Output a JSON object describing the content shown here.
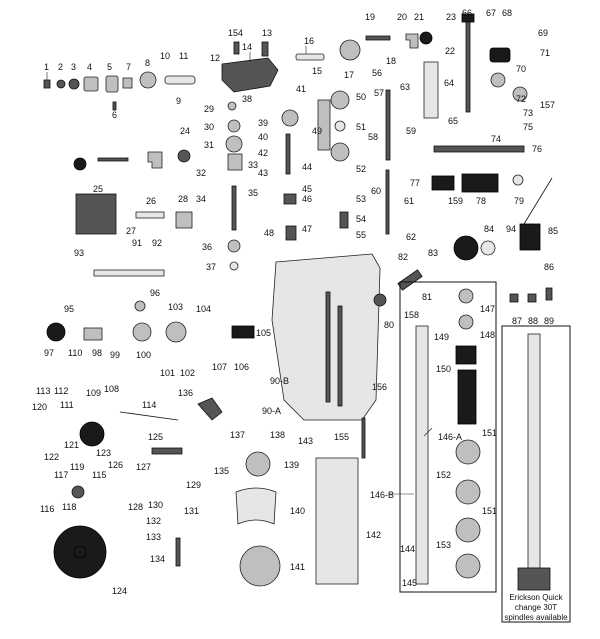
{
  "callouts": {
    "n1": "1",
    "n2": "2",
    "n3": "3",
    "n4": "4",
    "n5": "5",
    "n6": "6",
    "n7": "7",
    "n8": "8",
    "n9": "9",
    "n10": "10",
    "n11": "11",
    "n12": "12",
    "n13": "13",
    "n14": "14",
    "n15": "15",
    "n16": "16",
    "n17": "17",
    "n18": "18",
    "n19": "19",
    "n20": "20",
    "n21": "21",
    "n22": "22",
    "n23": "23",
    "n24": "24",
    "n25": "25",
    "n26": "26",
    "n27": "27",
    "n28": "28",
    "n29": "29",
    "n30": "30",
    "n31": "31",
    "n32": "32",
    "n33": "33",
    "n34": "34",
    "n35": "35",
    "n36": "36",
    "n37": "37",
    "n38": "38",
    "n39": "39",
    "n40": "40",
    "n41": "41",
    "n42": "42",
    "n43": "43",
    "n44": "44",
    "n45": "45",
    "n46": "46",
    "n47": "47",
    "n48": "48",
    "n49": "49",
    "n50": "50",
    "n51": "51",
    "n52": "52",
    "n53": "53",
    "n54": "54",
    "n55": "55",
    "n56": "56",
    "n57": "57",
    "n58": "58",
    "n59": "59",
    "n60": "60",
    "n61": "61",
    "n62": "62",
    "n63": "63",
    "n64": "64",
    "n65": "65",
    "n66": "66",
    "n67": "67",
    "n68": "68",
    "n69": "69",
    "n70": "70",
    "n71": "71",
    "n72": "72",
    "n73": "73",
    "n74": "74",
    "n75": "75",
    "n76": "76",
    "n77": "77",
    "n78": "78",
    "n79": "79",
    "n80": "80",
    "n81": "81",
    "n82": "82",
    "n83": "83",
    "n84": "84",
    "n85": "85",
    "n86": "86",
    "n87": "87",
    "n88": "88",
    "n89": "89",
    "n90b": "90-B",
    "n90a": "90-A",
    "n91": "91",
    "n92": "92",
    "n93": "93",
    "n94": "94",
    "n95": "95",
    "n96": "96",
    "n97": "97",
    "n98": "98",
    "n99": "99",
    "n100": "100",
    "n101": "101",
    "n102": "102",
    "n103": "103",
    "n104": "104",
    "n105": "105",
    "n106": "106",
    "n107": "107",
    "n108": "108",
    "n109": "109",
    "n110": "110",
    "n111": "111",
    "n112": "112",
    "n113": "113",
    "n114": "114",
    "n115": "115",
    "n116": "116",
    "n117": "117",
    "n118": "118",
    "n119": "119",
    "n120": "120",
    "n121": "121",
    "n122": "122",
    "n123": "123",
    "n124": "124",
    "n125": "125",
    "n126": "126",
    "n127": "127",
    "n128": "128",
    "n129": "129",
    "n130": "130",
    "n131": "131",
    "n132": "132",
    "n133": "133",
    "n134": "134",
    "n135": "135",
    "n136": "136",
    "n137": "137",
    "n138": "138",
    "n139": "139",
    "n140": "140",
    "n141": "141",
    "n142": "142",
    "n143": "143",
    "n144": "144",
    "n145": "145",
    "n146a": "146-A",
    "n146b": "146-B",
    "n147": "147",
    "n148": "148",
    "n149": "149",
    "n150": "150",
    "n151": "151",
    "n151b": "151",
    "n152": "152",
    "n153": "153",
    "n154": "154",
    "n155": "155",
    "n156": "156",
    "n157": "157",
    "n158": "158",
    "n159": "159"
  },
  "note": {
    "line1": "Erickson Quick",
    "line2": "change 30T",
    "line3": "spindles available"
  }
}
